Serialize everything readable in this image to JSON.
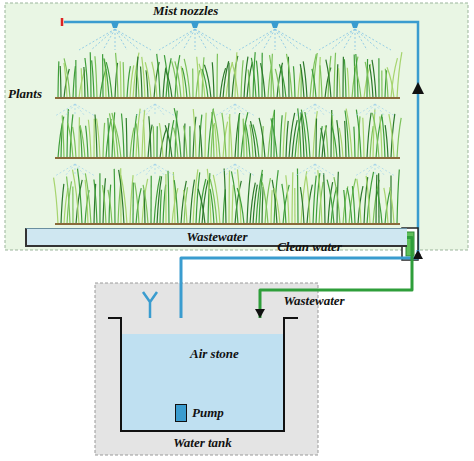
{
  "diagram": {
    "nodes": [
      {
        "text": [
          "Mist nozzles",
          "Plants"
        ]
      },
      {
        "text": [
          "Wastewater"
        ],
        "in": 0
      },
      {
        "text": [
          "Water tank"
        ]
      },
      {
        "text": [
          "Pump"
        ],
        "in": 2
      }
    ],
    "edges": [
      {
        "from": 3,
        "to": 0,
        "arrow": "to",
        "label": "Clean water"
      },
      {
        "from": 1,
        "to": 2,
        "arrow": "to",
        "label": "Wastewater"
      }
    ],
    "labels": [
      "Air stone"
    ]
  }
}
